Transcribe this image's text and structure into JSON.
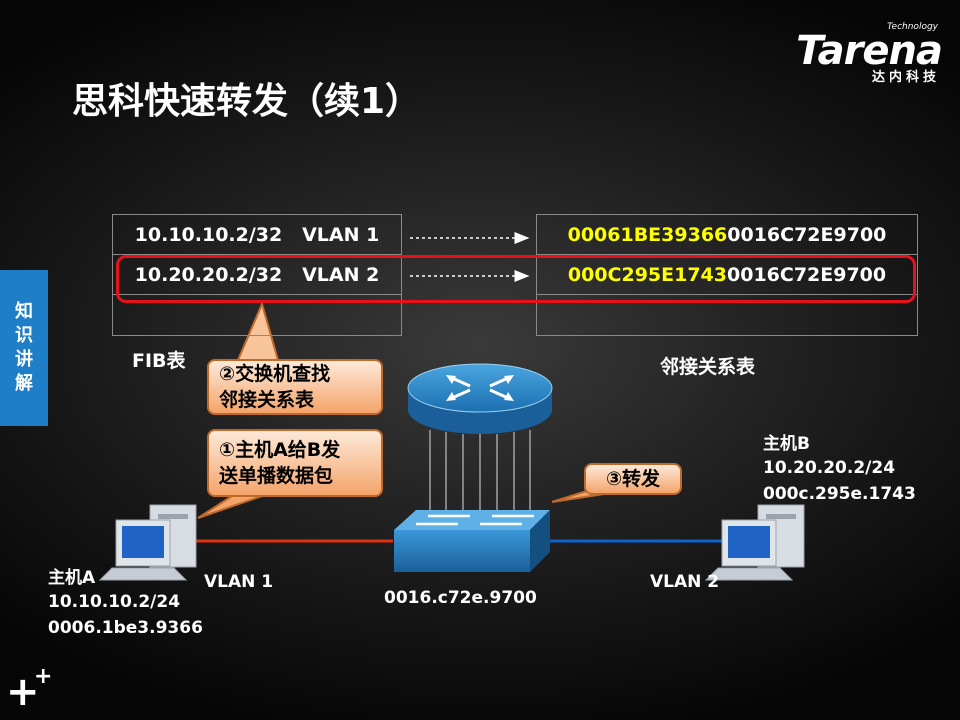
{
  "title": "思科快速转发（续1）",
  "logo": {
    "word": "Tarena",
    "tagline": "Technology",
    "cn": "达内科技"
  },
  "side_tab": [
    "知",
    "识",
    "讲",
    "解"
  ],
  "fib_table": {
    "caption": "FIB表",
    "rows": [
      "10.10.10.2/32   VLAN 1",
      "10.20.20.2/32   VLAN 2",
      ""
    ]
  },
  "adjacency_table": {
    "caption": "邻接关系表",
    "rows": [
      {
        "dst_mac": "00061BE39366",
        "src_mac": "0016C72E9700"
      },
      {
        "dst_mac": "000C295E1743",
        "src_mac": "0016C72E9700"
      },
      {
        "dst_mac": "",
        "src_mac": ""
      }
    ]
  },
  "callouts": {
    "step1": [
      "①主机A给B发",
      "送单播数据包"
    ],
    "step2": [
      "②交换机查找",
      "邻接关系表"
    ],
    "step3": "③转发"
  },
  "host_a": {
    "name": "主机A",
    "ip": "10.10.10.2/24",
    "mac": "0006.1be3.9366",
    "vlan": "VLAN 1"
  },
  "host_b": {
    "name": "主机B",
    "ip": "10.20.20.2/24",
    "mac": "000c.295e.1743",
    "vlan": "VLAN 2"
  },
  "switch": {
    "mac": "0016.c72e.9700"
  },
  "colors": {
    "vlan1_link": "#e03010",
    "vlan2_link": "#1060d0",
    "highlight": "#ffff00",
    "accent": "#1f7ec8",
    "callout_border": "#c06a2a",
    "red_box": "#e8101a"
  }
}
